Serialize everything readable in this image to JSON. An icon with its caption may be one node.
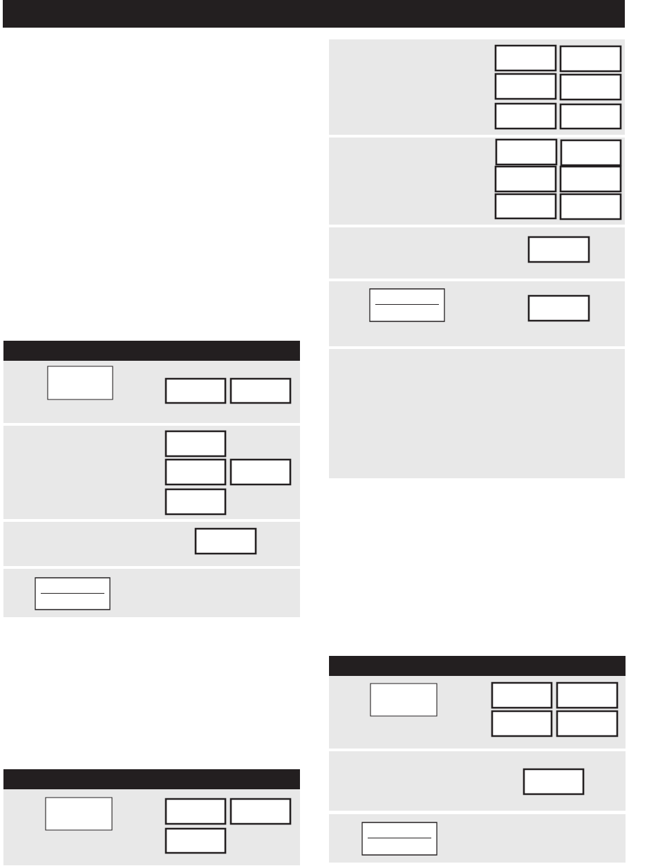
{
  "diagram": {
    "nodes": [
      {
        "text": [],
        "shape": "bar"
      },
      {
        "text": [],
        "shape": "bar"
      },
      {
        "text": [],
        "shape": "band"
      },
      {
        "text": [],
        "shape": "box",
        "in": 2
      },
      {
        "text": [],
        "shape": "box",
        "in": 2
      },
      {
        "text": [],
        "shape": "box",
        "in": 2
      },
      {
        "text": [],
        "shape": "band"
      },
      {
        "text": [],
        "shape": "box",
        "in": 6
      },
      {
        "text": [],
        "shape": "box",
        "in": 6
      },
      {
        "text": [],
        "shape": "box",
        "in": 6
      },
      {
        "text": [],
        "shape": "box",
        "in": 6
      },
      {
        "text": [],
        "shape": "band"
      },
      {
        "text": [],
        "shape": "box",
        "in": 11
      },
      {
        "text": [],
        "shape": "band"
      },
      {
        "text": [],
        "shape": "box",
        "in": 13
      },
      {
        "text": [],
        "shape": "bar"
      },
      {
        "text": [],
        "shape": "band"
      },
      {
        "text": [],
        "shape": "box",
        "in": 16
      },
      {
        "text": [],
        "shape": "box",
        "in": 16
      },
      {
        "text": [],
        "shape": "box",
        "in": 16
      },
      {
        "text": [],
        "shape": "box",
        "in": 16
      },
      {
        "text": [],
        "shape": "band"
      },
      {
        "text": [],
        "shape": "box",
        "in": 21
      },
      {
        "text": [],
        "shape": "box",
        "in": 21
      },
      {
        "text": [],
        "shape": "box",
        "in": 21
      },
      {
        "text": [],
        "shape": "box",
        "in": 21
      },
      {
        "text": [],
        "shape": "box",
        "in": 21
      },
      {
        "text": [],
        "shape": "box",
        "in": 21
      },
      {
        "text": [],
        "shape": "band"
      },
      {
        "text": [],
        "shape": "box",
        "in": 28
      },
      {
        "text": [],
        "shape": "box",
        "in": 28
      },
      {
        "text": [],
        "shape": "box",
        "in": 28
      },
      {
        "text": [],
        "shape": "box",
        "in": 28
      },
      {
        "text": [],
        "shape": "box",
        "in": 28
      },
      {
        "text": [],
        "shape": "box",
        "in": 28
      },
      {
        "text": [],
        "shape": "band"
      },
      {
        "text": [],
        "shape": "box",
        "in": 35
      },
      {
        "text": [],
        "shape": "band"
      },
      {
        "text": [],
        "shape": "box",
        "in": 37
      },
      {
        "text": [],
        "shape": "box",
        "in": 37
      },
      {
        "text": [],
        "shape": "band"
      },
      {
        "text": [],
        "shape": "bar"
      },
      {
        "text": [],
        "shape": "band"
      },
      {
        "text": [],
        "shape": "box",
        "in": 42
      },
      {
        "text": [],
        "shape": "box",
        "in": 42
      },
      {
        "text": [],
        "shape": "box",
        "in": 42
      },
      {
        "text": [],
        "shape": "box",
        "in": 42
      },
      {
        "text": [],
        "shape": "box",
        "in": 42
      },
      {
        "text": [],
        "shape": "band"
      },
      {
        "text": [],
        "shape": "box",
        "in": 48
      },
      {
        "text": [],
        "shape": "band"
      },
      {
        "text": [],
        "shape": "box",
        "in": 50
      }
    ]
  }
}
